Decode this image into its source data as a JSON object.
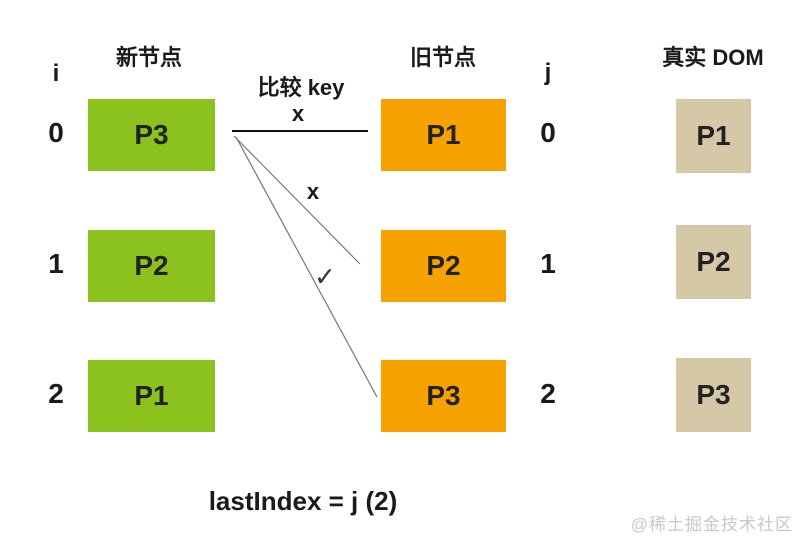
{
  "colors": {
    "new_node_bg": "#8cc21e",
    "old_node_bg": "#f6a200",
    "dom_node_bg": "#d5c8a6",
    "text": "#1a1a1a",
    "line": "#111111",
    "diagonal": "#777777",
    "watermark": "#c8c8c8"
  },
  "headers": {
    "new_nodes": "新节点",
    "old_nodes": "旧节点",
    "real_dom": "真实 DOM",
    "compare_key": "比较 key",
    "i_axis": "i",
    "j_axis": "j"
  },
  "new_nodes": {
    "indices": [
      "0",
      "1",
      "2"
    ],
    "items": [
      "P3",
      "P2",
      "P1"
    ]
  },
  "old_nodes": {
    "indices": [
      "0",
      "1",
      "2"
    ],
    "items": [
      "P1",
      "P2",
      "P3"
    ]
  },
  "real_dom": {
    "items": [
      "P1",
      "P2",
      "P3"
    ]
  },
  "comparisons": [
    {
      "from": "P3",
      "to": "P1",
      "result": "x"
    },
    {
      "from": "P3",
      "to": "P2",
      "result": "x"
    },
    {
      "from": "P3",
      "to": "P3",
      "result": "✓"
    }
  ],
  "footer": {
    "formula": "lastIndex = j (2)"
  },
  "watermark": "@稀土掘金技术社区"
}
